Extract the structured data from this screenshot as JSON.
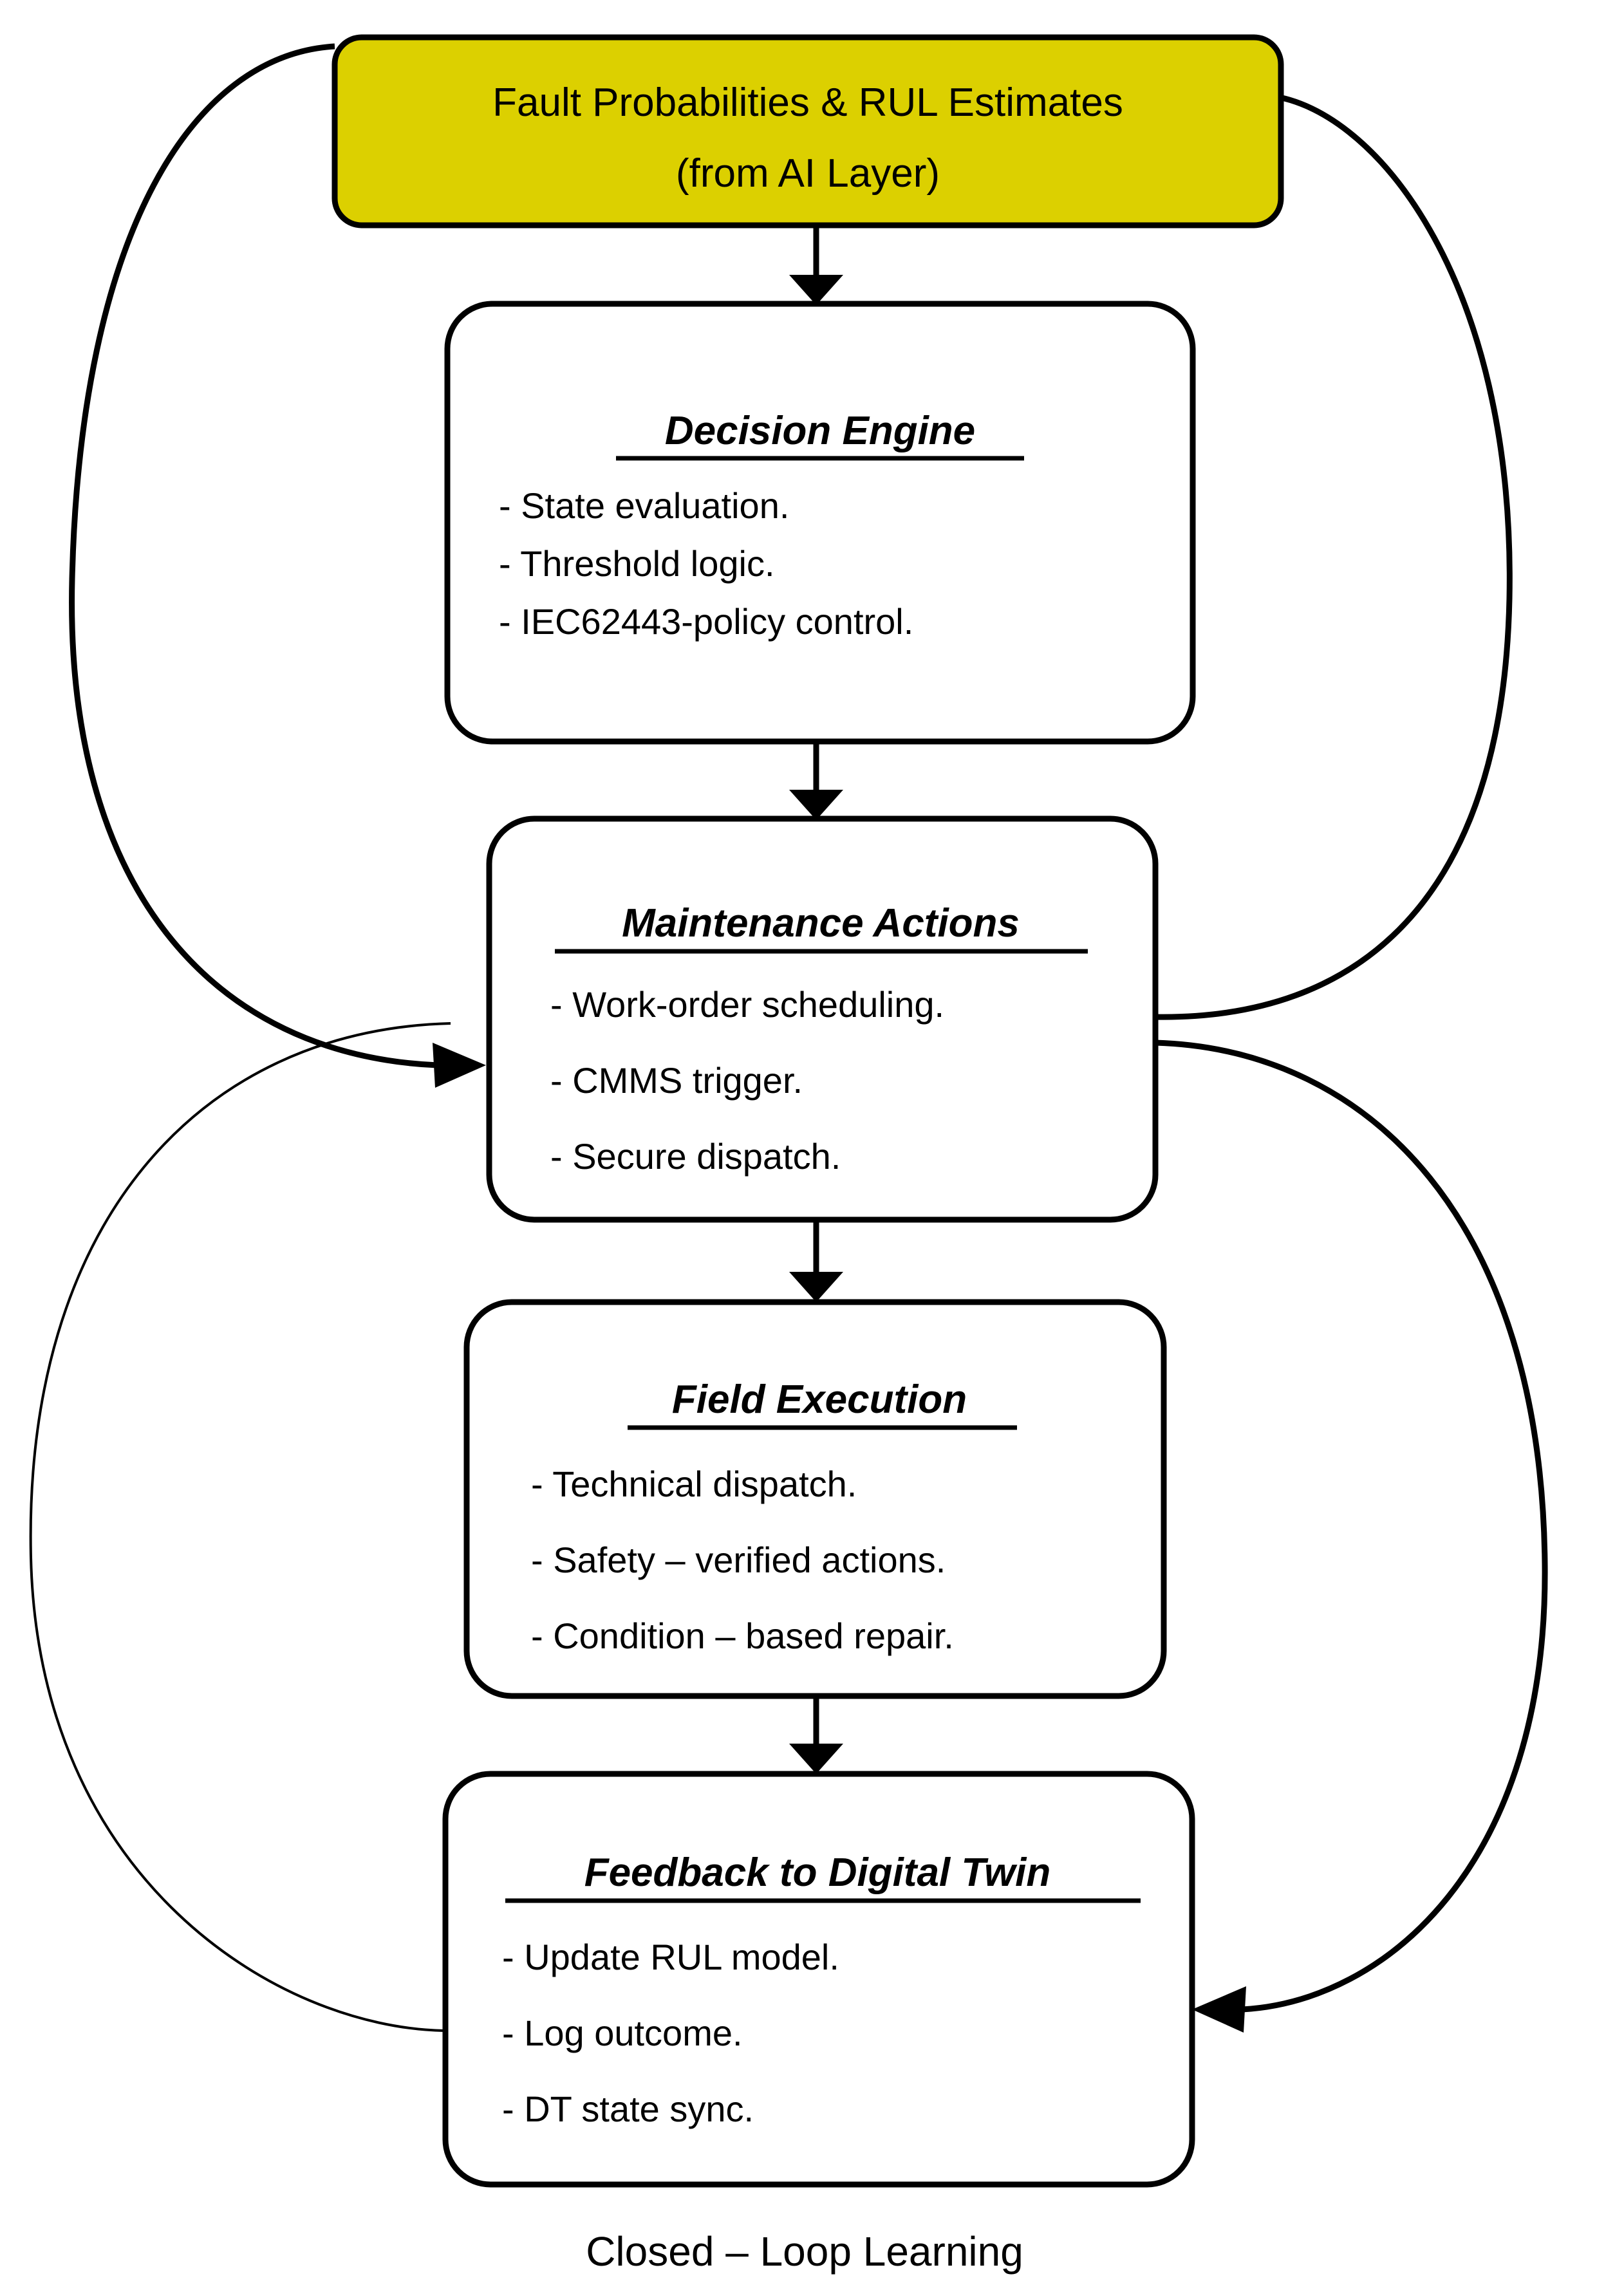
{
  "diagram": {
    "title": "Closed – Loop Learning",
    "caption": "Closed – Loop Learning",
    "accent_color": "#DCD000",
    "line_color": "#000000",
    "background_color": "#FFFFFF"
  },
  "banner": {
    "name": "fault-probabilities-banner",
    "fill": "#DCD000",
    "line1": "Fault Probabilities & RUL Estimates",
    "line2": "(from AI Layer)"
  },
  "nodes": [
    {
      "id": "decision-engine",
      "title": "Decision Engine",
      "bullets": [
        "- State evaluation.",
        "- Threshold logic.",
        "- IEC62443-policy control."
      ]
    },
    {
      "id": "maintenance-actions",
      "title": "Maintenance Actions",
      "bullets": [
        "- Work-order scheduling.",
        "- CMMS trigger.",
        "- Secure dispatch."
      ]
    },
    {
      "id": "field-execution",
      "title": "Field Execution",
      "bullets": [
        "- Technical dispatch.",
        "- Safety – verified actions.",
        "- Condition – based repair."
      ]
    },
    {
      "id": "feedback-to-digital-twin",
      "title": "Feedback to Digital Twin",
      "bullets": [
        "- Update RUL model.",
        "- Log outcome.",
        "- DT state sync."
      ]
    }
  ],
  "connectors": [
    {
      "id": "banner-to-decision",
      "from": "fault-probabilities-banner",
      "to": "decision-engine",
      "style": "straight-down",
      "arrow": true
    },
    {
      "id": "decision-to-maintenance",
      "from": "decision-engine",
      "to": "maintenance-actions",
      "style": "straight-down",
      "arrow": true
    },
    {
      "id": "maintenance-to-field",
      "from": "maintenance-actions",
      "to": "field-execution",
      "style": "straight-down",
      "arrow": true
    },
    {
      "id": "field-to-feedback",
      "from": "field-execution",
      "to": "feedback-to-digital-twin",
      "style": "straight-down",
      "arrow": true
    },
    {
      "id": "banner-to-maintenance-left-loop",
      "from": "fault-probabilities-banner",
      "to": "maintenance-actions",
      "style": "left-curve",
      "arrow": true
    },
    {
      "id": "maintenance-to-banner-right-loop",
      "from": "maintenance-actions",
      "to": "fault-probabilities-banner",
      "style": "right-curve",
      "arrow": true
    },
    {
      "id": "maintenance-to-feedback-right-loop",
      "from": "maintenance-actions",
      "to": "feedback-to-digital-twin",
      "style": "right-curve",
      "arrow": true
    },
    {
      "id": "feedback-to-maintenance-left-loop",
      "from": "feedback-to-digital-twin",
      "to": "maintenance-actions",
      "style": "left-curve-thin",
      "arrow": false
    }
  ]
}
